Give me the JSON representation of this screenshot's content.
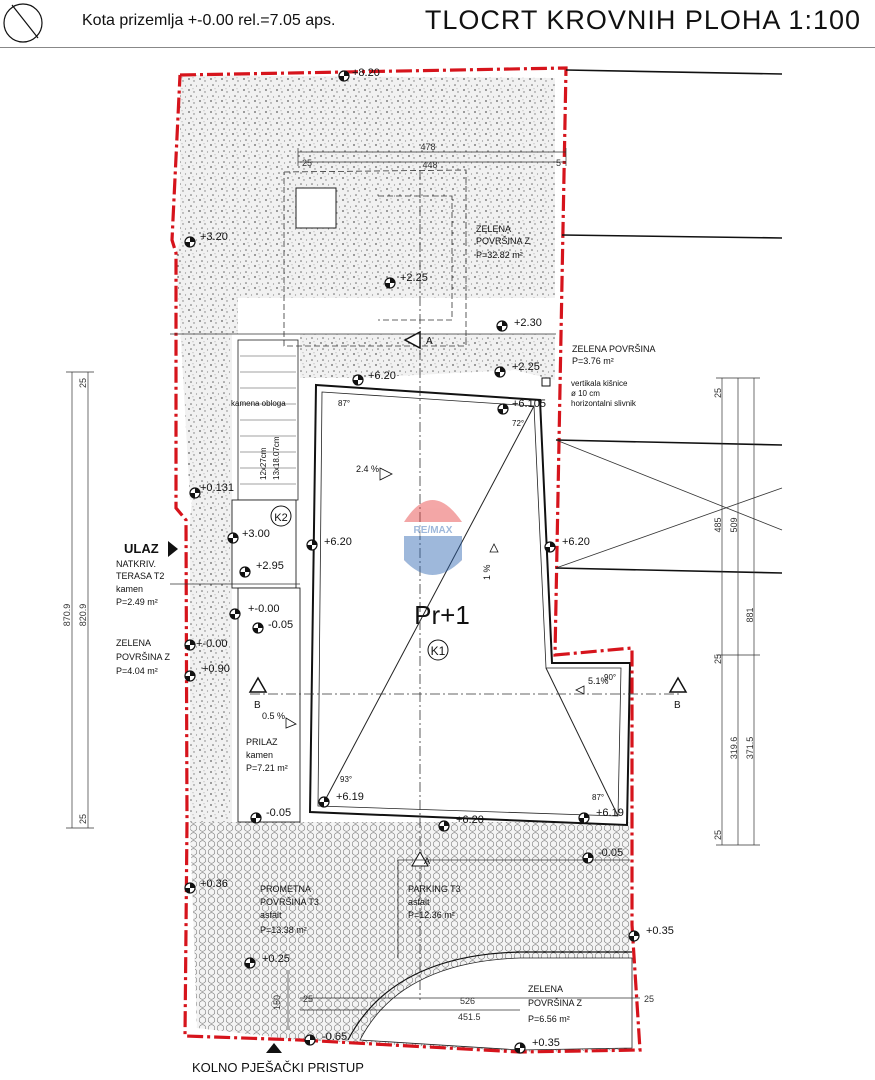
{
  "header": {
    "level_note": "Kota prizemlja +-0.00 rel.=7.05 aps.",
    "title": "TLOCRT KROVNIH PLOHA  1:100"
  },
  "watermark": "RE/MAX",
  "colors": {
    "boundary": "#d6141c",
    "ink": "#111111",
    "hatch": "#6a6a6a"
  },
  "building": {
    "label": "Pr+1",
    "roof_tag": "K1"
  },
  "tags": {
    "k2": "K2"
  },
  "entrance": {
    "label": "ULAZ",
    "access": "KOLNO PJEŠAČKI PRISTUP"
  },
  "section": {
    "marker_a": "A",
    "marker_b": "B"
  },
  "areas": {
    "green_top": {
      "line1": "ZELENA",
      "line2": "POVRŠINA  Z",
      "area": "P=32.82 m²"
    },
    "green_mid": {
      "line1": "ZELENA POVRŠINA",
      "area": "P=3.76 m²"
    },
    "terrace": {
      "line1": "NATKRIV.",
      "line2": "TERASA  T2",
      "line3": "kamen",
      "area": "P=2.49 m²"
    },
    "green_left": {
      "line1": "ZELENA",
      "line2": "POVRŠINA  Z",
      "area": "P=4.04 m²"
    },
    "approach": {
      "line1": "PRILAZ",
      "line2": "kamen",
      "area": "P=7.21 m²"
    },
    "traffic": {
      "line1": "PROMETNA",
      "line2": "POVRŠINA  T3",
      "line3": "asfalt",
      "area": "P=13.38 m²"
    },
    "parking": {
      "line1": "PARKING  T3",
      "line2": "asfalt",
      "area": "P=12.36 m²"
    },
    "green_bottom": {
      "line1": "ZELENA",
      "line2": "POVRŠINA  Z",
      "area": "P=6.56 m²"
    }
  },
  "notes": {
    "stone_cladding": "kamena obloga",
    "stairs_1": "12x27cm",
    "stairs_2": "13x18.07cm",
    "downpipe_1": "vertikala kišnice",
    "downpipe_2": "ø 10 cm",
    "gutter": "horizontalni slivnik"
  },
  "slopes": {
    "s1": "2.4 %",
    "s2": "1 %",
    "s3": "5.1%",
    "s4": "0.5 %"
  },
  "elevations": {
    "e_top": "+8.20",
    "e_320": "+3.20",
    "e_225a": "+2.25",
    "e_230": "+2.30",
    "e_225b": "+2.25",
    "e_620a": "+6.20",
    "e_6105": "+6.105",
    "e_0131": "+0.131",
    "e_300": "+3.00",
    "e_620b": "+6.20",
    "e_620c": "+6.20",
    "e_295": "+2.95",
    "e_000a": "+-0.00",
    "e_005a": "-0.05",
    "e_000b": "+-0.00",
    "e_090": "+0.90",
    "e_619a": "+6.19",
    "e_005b": "-0.05",
    "e_620d": "+6.20",
    "e_619b": "+6.19",
    "e_005c": "-0.05",
    "e_035a": "+0.35",
    "e_036": "+0.36",
    "e_025": "+0.25",
    "e_035b": "+0.35",
    "e_065": "-0.65"
  },
  "angles": {
    "a1": "87°",
    "a2": "72°",
    "a3": "93°",
    "a4": "87°",
    "a5": "90°"
  },
  "dimensions": {
    "top1": "478",
    "top2": "448",
    "top_l": "25",
    "top_r": "5",
    "left_total": "870.9",
    "left_inner": "820.9",
    "left_end_t": "25",
    "left_end_b": "25",
    "right_485": "485",
    "right_509": "509",
    "right_881": "881",
    "right_3196": "319.6",
    "right_3715": "371.5",
    "right_25a": "25",
    "right_25b": "25",
    "right_25c": "25",
    "bot_1": "526",
    "bot_2": "451.5",
    "bot_l": "25",
    "bot_r": "25",
    "bot_v": "150"
  }
}
